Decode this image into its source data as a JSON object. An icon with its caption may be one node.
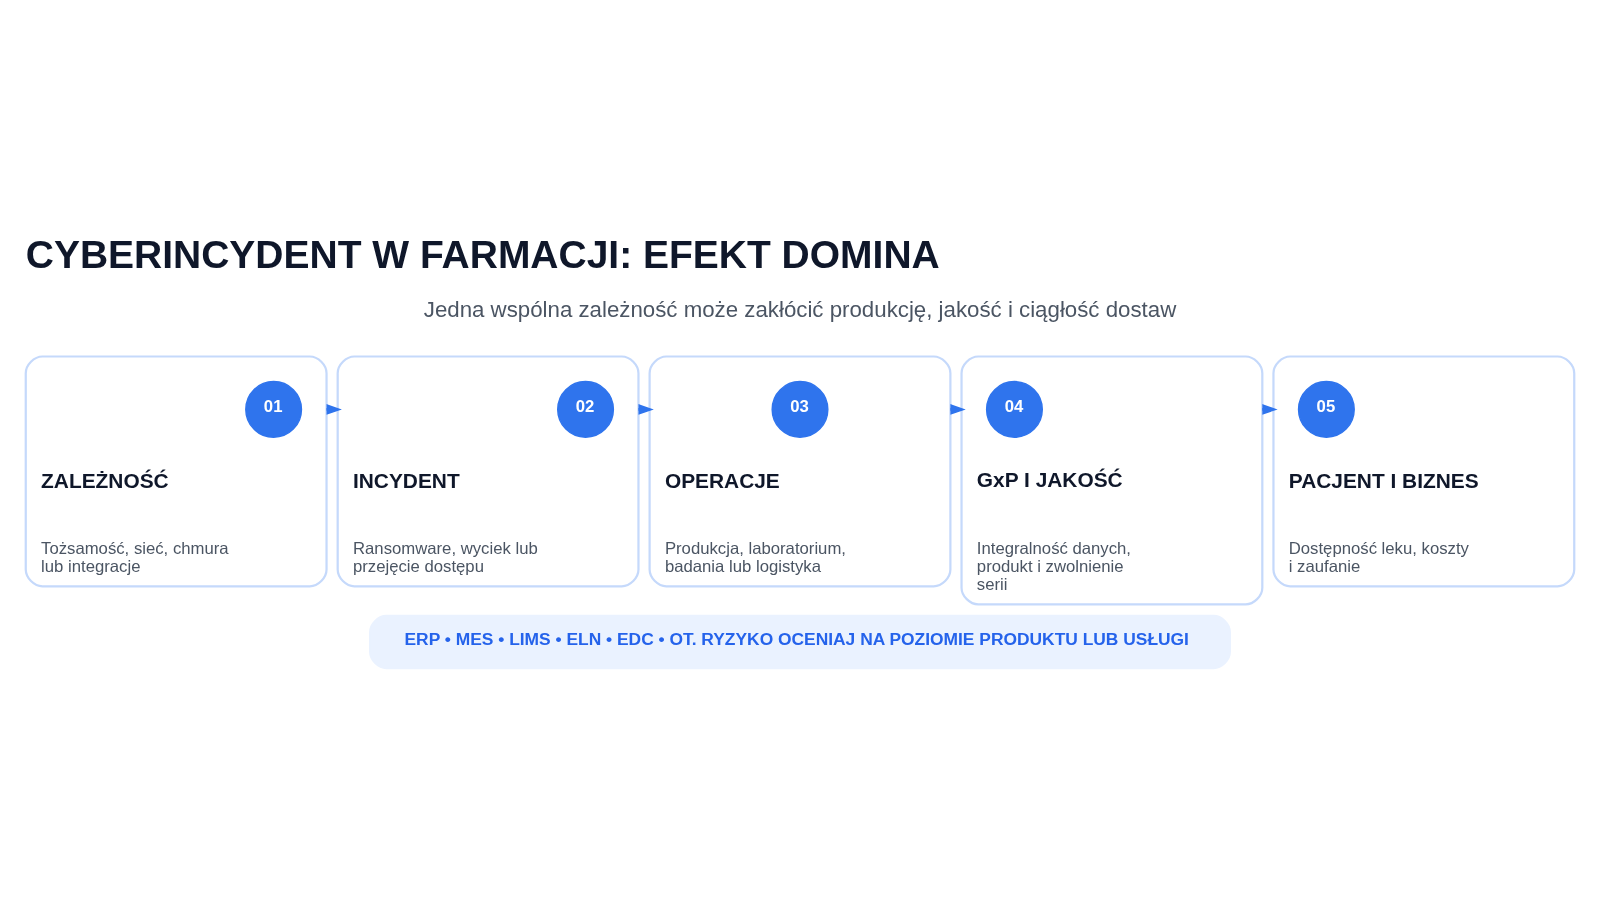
{
  "diagram": {
    "title": "CYBERINCYDENT W FARMACJI: EFEKT DOMINA",
    "nodes": [
      {
        "text": [
          "ZALEŻNOŚĆ",
          "Tożsamość, sieć, chmura lub integracje"
        ]
      },
      {
        "text": [
          "01"
        ],
        "in": 0
      },
      {
        "text": [
          "INCYDENT",
          "Ransomware, wyciek lub przejęcie dostępu"
        ]
      },
      {
        "text": [
          "02"
        ],
        "in": 2
      },
      {
        "text": [
          "OPERACJE",
          "Produkcja, laboratorium, badania lub logistyka"
        ]
      },
      {
        "text": [
          "03"
        ],
        "in": 4
      },
      {
        "text": [
          "GxP I JAKOŚĆ",
          "Integralność danych, produkt i zwolnienie serii"
        ]
      },
      {
        "text": [
          "04"
        ],
        "in": 6
      },
      {
        "text": [
          "PACJENT I BIZNES",
          "Dostępność leku, koszty i zaufanie"
        ]
      },
      {
        "text": [
          "05"
        ],
        "in": 8
      },
      {
        "text": [
          "ERP • MES • LIMS • ELN • EDC • OT. RYZYKO OCENIAJ NA POZIOMIE PRODUKTU LUB USŁUGI"
        ]
      }
    ],
    "edges": [
      {
        "from": 0,
        "to": 2,
        "arrow": "to"
      },
      {
        "from": 2,
        "to": 4,
        "arrow": "to"
      },
      {
        "from": 4,
        "to": 6,
        "arrow": "to"
      },
      {
        "from": 6,
        "to": 8,
        "arrow": "to"
      }
    ],
    "labels": [
      "Jedna wspólna zależność może zakłócić produkcję, jakość i ciągłość dostaw"
    ]
  }
}
